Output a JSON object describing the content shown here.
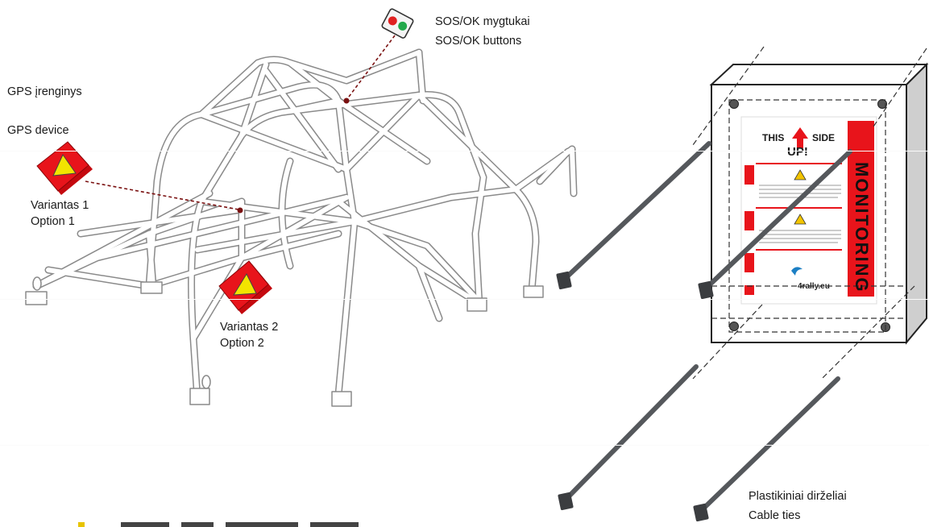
{
  "labels": {
    "sos_lt": "SOS/OK mygtukai",
    "sos_en": "SOS/OK buttons",
    "gps_lt": "GPS įrenginys",
    "gps_en": "GPS device",
    "opt1_lt": "Variantas 1",
    "opt1_en": "Option 1",
    "opt2_lt": "Variantas 2",
    "opt2_en": "Option 2",
    "ties_lt": "Plastikiniai dirželiai",
    "ties_en": "Cable ties"
  },
  "device_box": {
    "brand": "MONITORING",
    "this_side": "THIS",
    "side": "SIDE",
    "up": "UP!",
    "logo": "4rally.eu"
  },
  "colors": {
    "device_red": "#e8141b",
    "warning_yellow": "#f2e400",
    "leader_line": "#7a1010",
    "sos_red": "#e02020",
    "sos_green": "#22a84a",
    "cable_tie": "#55585c"
  }
}
